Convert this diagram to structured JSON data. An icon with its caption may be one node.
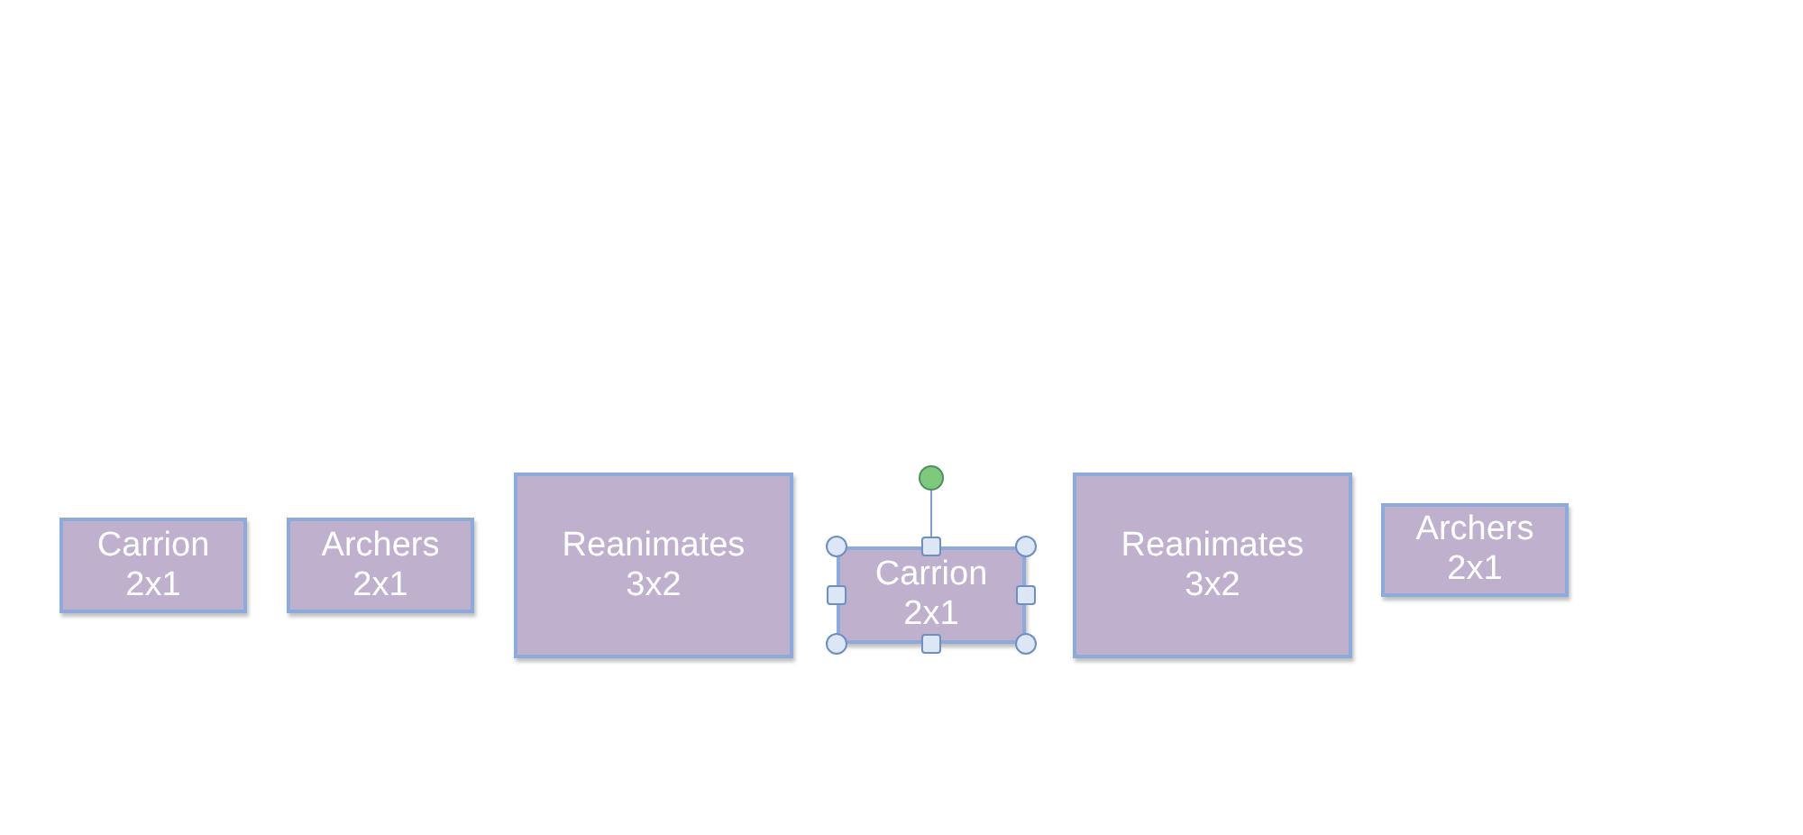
{
  "diagram": {
    "nodes": [
      {
        "text": [
          "Carrion 2x1"
        ]
      },
      {
        "text": [
          "Archers 2x1"
        ]
      },
      {
        "text": [
          "Reanimates 3x2"
        ]
      },
      {
        "text": [
          "Carrion 2x1"
        ]
      },
      {
        "text": [
          "Reanimates 3x2"
        ]
      },
      {
        "text": [
          "Archers 2x1"
        ]
      }
    ]
  }
}
